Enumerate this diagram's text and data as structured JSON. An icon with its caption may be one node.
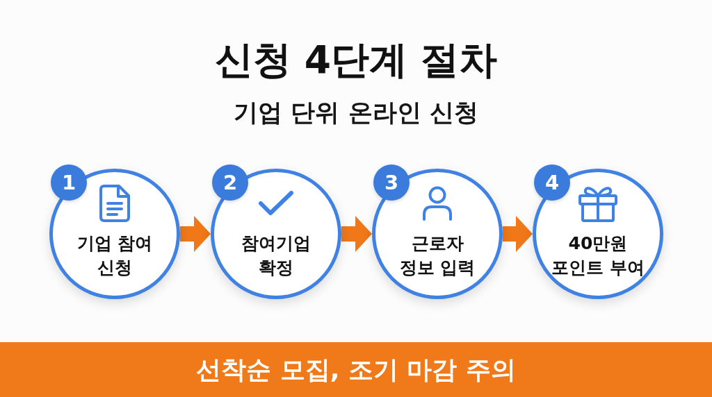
{
  "diagram": {
    "title": "신청 4단계 절차",
    "nodes": [
      {
        "text": [
          "1"
        ]
      },
      {
        "text": [
          "기업 참여 신청"
        ]
      },
      {
        "text": [
          "2"
        ]
      },
      {
        "text": [
          "참여기업 확정"
        ]
      },
      {
        "text": [
          "3"
        ]
      },
      {
        "text": [
          "근로자 정보 입력"
        ]
      },
      {
        "text": [
          "4"
        ]
      },
      {
        "text": [
          "40만원 포인트 부여"
        ]
      },
      {
        "text": [
          "선착순 모집, 조기 마감 주의"
        ]
      }
    ],
    "edges": [
      {
        "from": 1,
        "to": 3,
        "arrow": "to"
      },
      {
        "from": 3,
        "to": 5,
        "arrow": "to"
      },
      {
        "from": 5,
        "to": 7,
        "arrow": "to"
      }
    ],
    "labels": [
      "기업 단위 온라인 신청"
    ]
  }
}
